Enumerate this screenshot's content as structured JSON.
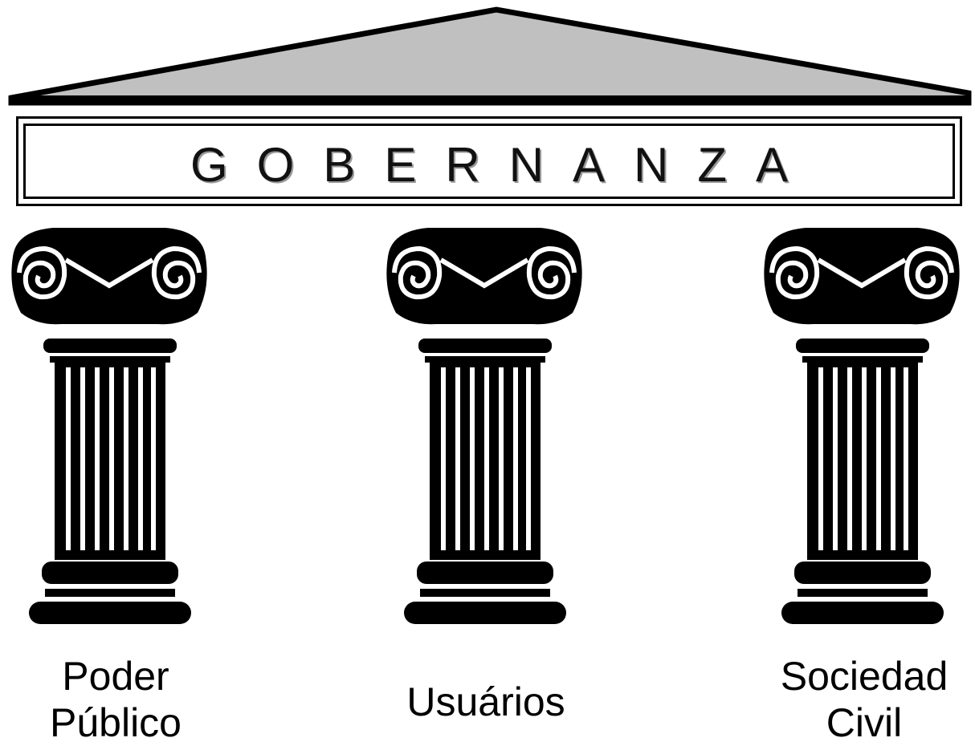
{
  "title": "GOBERNANZA",
  "pillars": [
    {
      "line1": "Poder",
      "line2": "Público"
    },
    {
      "line1": "Usuários",
      "line2": ""
    },
    {
      "line1": "Sociedad",
      "line2": "Civil"
    }
  ],
  "colors": {
    "ink": "#000000",
    "roof_fill": "#c0c0c0",
    "background": "#ffffff"
  },
  "icons": [
    "ionic-column-icon"
  ]
}
